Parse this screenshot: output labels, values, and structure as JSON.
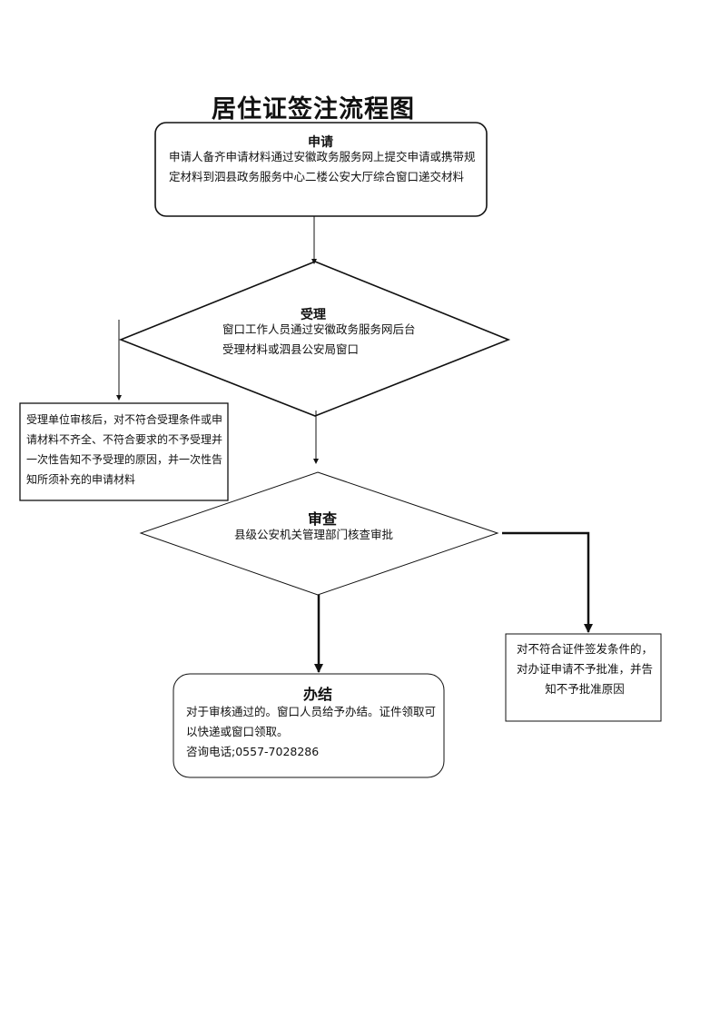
{
  "title": "居住证签注流程图",
  "nodes": {
    "apply": {
      "heading": "申请",
      "text": "申请人备齐申请材料通过安徽政务服务网上提交申请或携带规定材料到泗县政务服务中心二楼公安大厅综合窗口递交材料"
    },
    "accept": {
      "heading": "受理",
      "text": "窗口工作人员通过安徽政务服务网后台受理材料或泗县公安局窗口"
    },
    "reject_accept": {
      "text": "受理单位审核后，对不符合受理条件或申请材料不齐全、不符合要求的不予受理并一次性告知不予受理的原因，并一次性告知所须补充的申请材料"
    },
    "review": {
      "heading": "审查",
      "text": "县级公安机关管理部门核查审批"
    },
    "done": {
      "heading": "办结",
      "text": "对于审核通过的。窗口人员给予办结。证件领取可以快递或窗口领取。",
      "phone": "咨询电话;0557-7028286"
    },
    "reject_review": {
      "text": "对不符合证件签发条件的，对办证申请不予批准，并告知不予批准原因"
    }
  }
}
